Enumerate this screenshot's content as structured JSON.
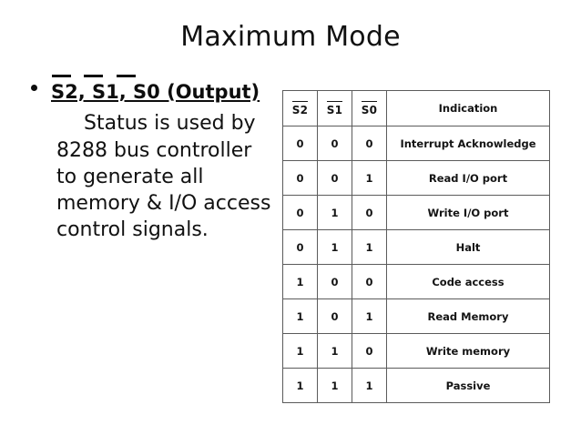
{
  "slide": {
    "title": "Maximum Mode"
  },
  "content": {
    "bullet_heading": "S2, S1, S0 (Output)",
    "bullet_heading_parts": [
      "S2",
      "S1",
      "S0",
      "(Output)"
    ],
    "body_text": "Status is used by 8288 bus controller to generate all memory & I/O access control signals.",
    "bullet_marker": "bullet-dot"
  },
  "table": {
    "headers": [
      "S2",
      "S1",
      "S0",
      "Indication"
    ],
    "rows": [
      {
        "s2": "0",
        "s1": "0",
        "s0": "0",
        "indication": "Interrupt Acknowledge"
      },
      {
        "s2": "0",
        "s1": "0",
        "s0": "1",
        "indication": "Read I/O port"
      },
      {
        "s2": "0",
        "s1": "1",
        "s0": "0",
        "indication": "Write I/O port"
      },
      {
        "s2": "0",
        "s1": "1",
        "s0": "1",
        "indication": "Halt"
      },
      {
        "s2": "1",
        "s1": "0",
        "s0": "0",
        "indication": "Code access"
      },
      {
        "s2": "1",
        "s1": "0",
        "s0": "1",
        "indication": "Read Memory"
      },
      {
        "s2": "1",
        "s1": "1",
        "s0": "0",
        "indication": "Write memory"
      },
      {
        "s2": "1",
        "s1": "1",
        "s0": "1",
        "indication": "Passive"
      }
    ]
  },
  "colors": {
    "background": "#ffffff",
    "text": "#0d0d0d",
    "table_border": "#5b5b5b"
  }
}
